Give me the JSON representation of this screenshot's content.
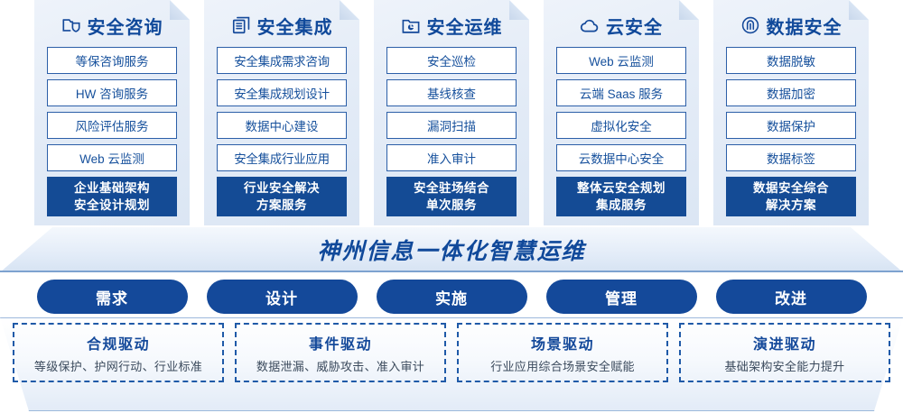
{
  "columns": [
    {
      "icon": "folder-shield-icon",
      "title": "安全咨询",
      "items": [
        "等保咨询服务",
        "HW 咨询服务",
        "风险评估服务",
        "Web 云监测"
      ],
      "footer_line1": "企业基础架构",
      "footer_line2": "安全设计规划"
    },
    {
      "icon": "layers-document-icon",
      "title": "安全集成",
      "items": [
        "安全集成需求咨询",
        "安全集成规划设计",
        "数据中心建设",
        "安全集成行业应用"
      ],
      "footer_line1": "行业安全解决",
      "footer_line2": "方案服务"
    },
    {
      "icon": "folder-chart-icon",
      "title": "安全运维",
      "items": [
        "安全巡检",
        "基线核查",
        "漏洞扫描",
        "准入审计"
      ],
      "footer_line1": "安全驻场结合",
      "footer_line2": "单次服务"
    },
    {
      "icon": "cloud-icon",
      "title": "云安全",
      "items": [
        "Web 云监测",
        "云端 Saas 服务",
        "虚拟化安全",
        "云数据中心安全"
      ],
      "footer_line1": "整体云安全规划",
      "footer_line2": "集成服务"
    },
    {
      "icon": "fingerprint-icon",
      "title": "数据安全",
      "items": [
        "数据脱敏",
        "数据加密",
        "数据保护",
        "数据标签"
      ],
      "footer_line1": "数据安全综合",
      "footer_line2": "解决方案"
    }
  ],
  "banner": {
    "title": "神州信息一体化智慧运维"
  },
  "phases": [
    {
      "label": "需求"
    },
    {
      "label": "设计"
    },
    {
      "label": "实施"
    },
    {
      "label": "管理"
    },
    {
      "label": "改进"
    }
  ],
  "drivers": [
    {
      "title": "合规驱动",
      "subtitle": "等级保护、护网行动、行业标准"
    },
    {
      "title": "事件驱动",
      "subtitle": "数据泄漏、威胁攻击、准入审计"
    },
    {
      "title": "场景驱动",
      "subtitle": "行业应用综合场景安全赋能"
    },
    {
      "title": "演进驱动",
      "subtitle": "基础架构安全能力提升"
    }
  ],
  "colors": {
    "brand_blue": "#14499a",
    "title_blue": "#10499a",
    "item_border": "#2c5fa8",
    "card_bg_top": "#eef3fa",
    "card_bg_bottom": "#dbe6f4"
  }
}
